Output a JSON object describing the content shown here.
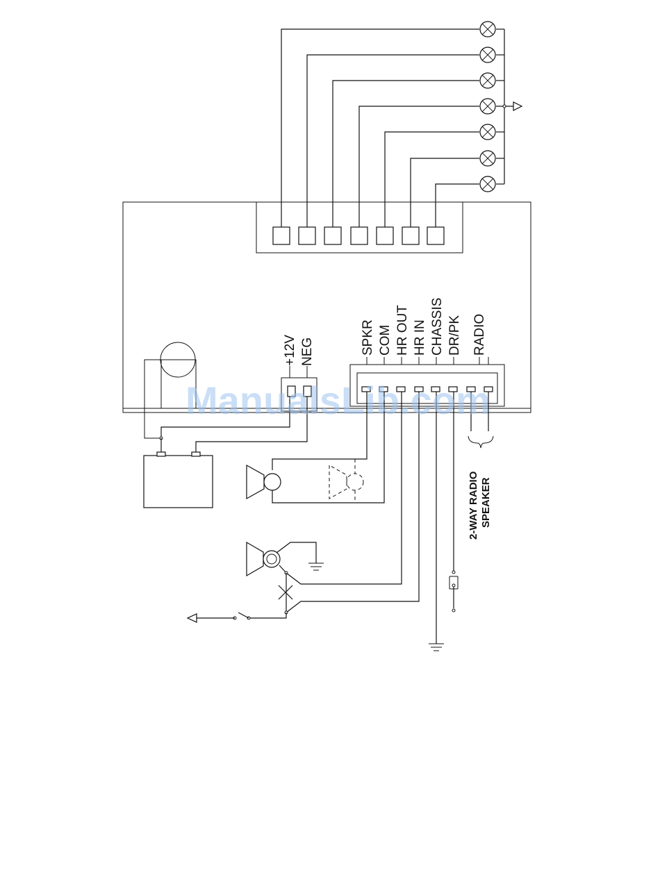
{
  "power_labels": {
    "plus12v": "+12V",
    "neg": "NEG"
  },
  "terminal_labels": [
    "SPKR",
    "COM",
    "HR OUT",
    "HR IN",
    "CHASSIS",
    "DR/PK",
    "RADIO"
  ],
  "radio_speaker_label": [
    "2-WAY RADIO",
    "SPEAKER"
  ],
  "watermark": "ManualsLib.com",
  "lamp_count": 7
}
